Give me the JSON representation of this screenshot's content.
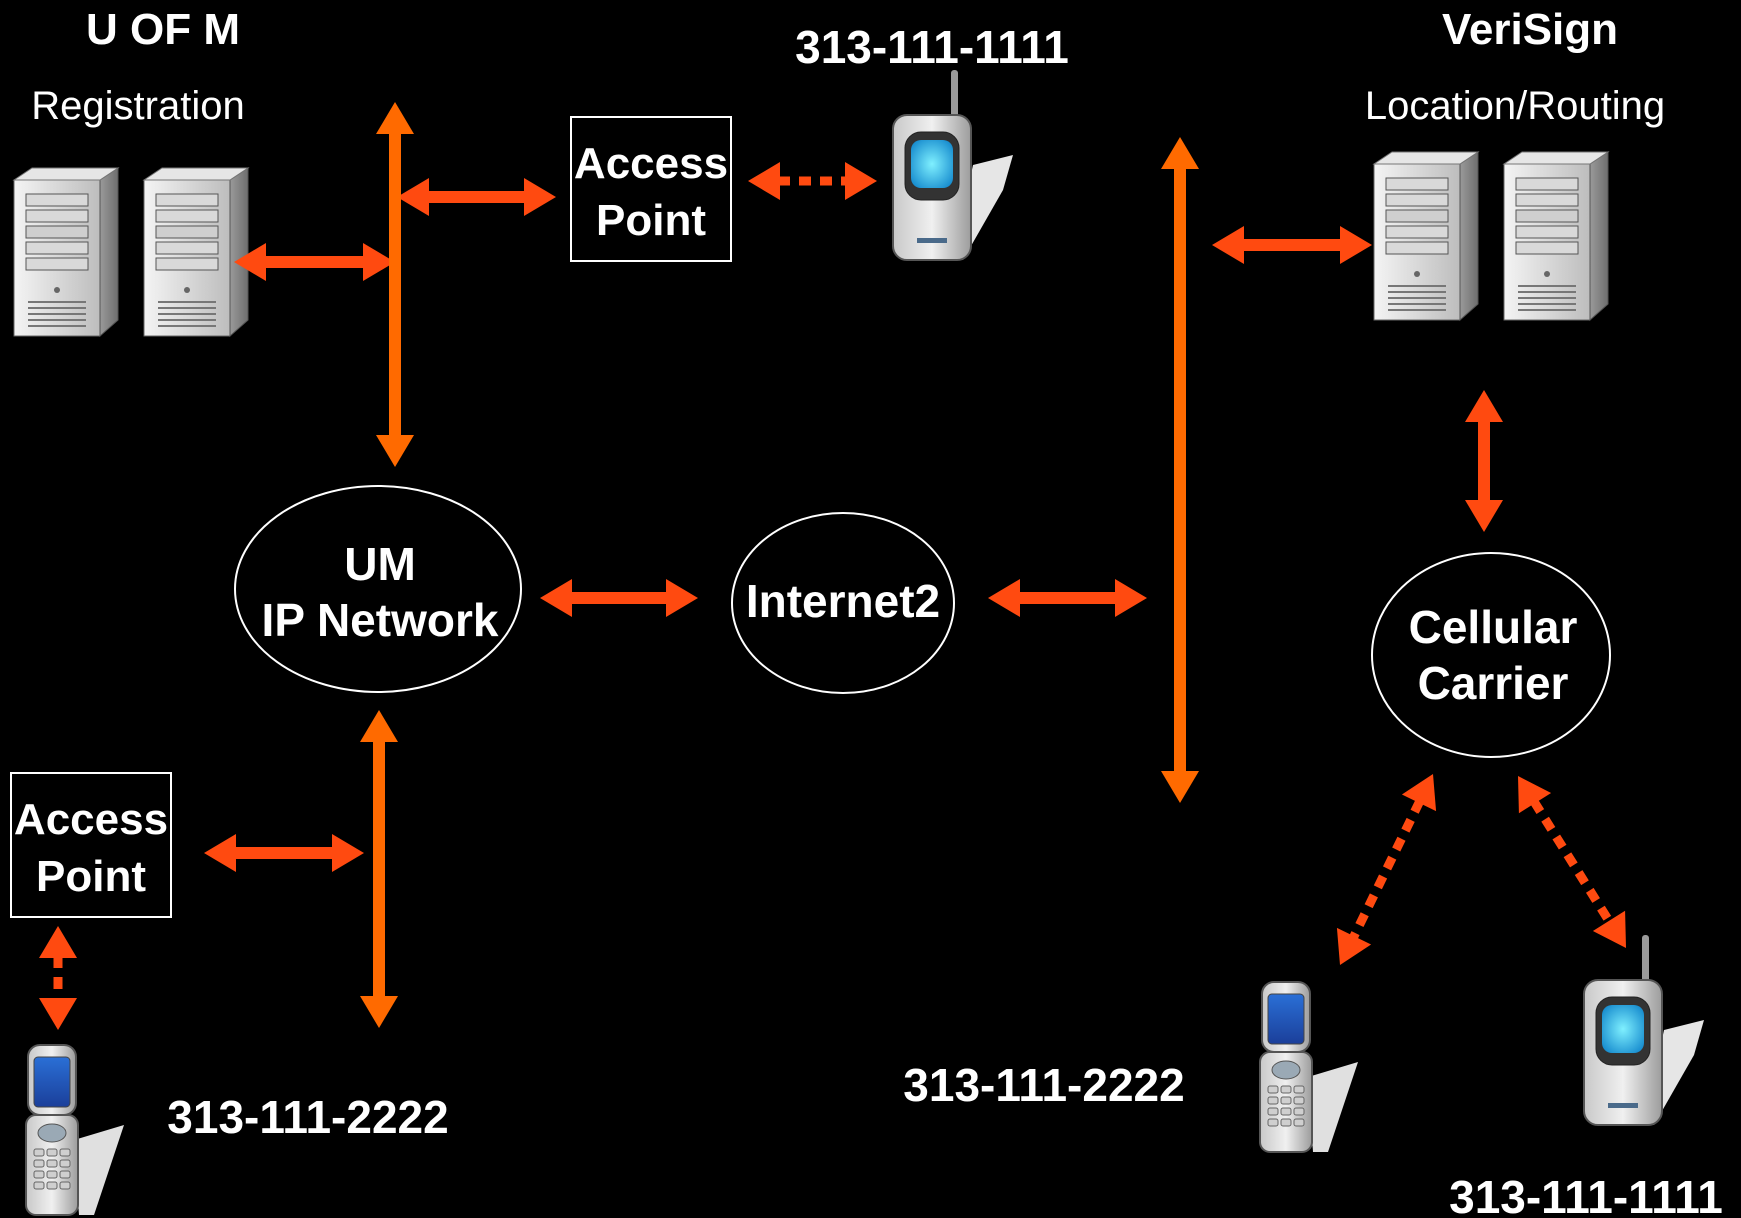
{
  "left_org": {
    "title": "U OF M",
    "subtitle": "Registration"
  },
  "right_org": {
    "title": "VeriSign",
    "subtitle": "Location/Routing"
  },
  "access_point_top": {
    "line1": "Access",
    "line2": "Point"
  },
  "access_point_bottom": {
    "line1": "Access",
    "line2": "Point"
  },
  "um_network": {
    "line1": "UM",
    "line2": "IP Network"
  },
  "internet2": {
    "label": "Internet2"
  },
  "cellular_carrier": {
    "line1": "Cellular",
    "line2": "Carrier"
  },
  "phone_numbers": {
    "top_phone": "313-111-1111",
    "bottom_left_phone": "313-111-2222",
    "carrier_flip_phone": "313-111-2222",
    "carrier_bar_phone": "313-111-1111"
  },
  "colors": {
    "arrow": "#ff4a10",
    "arrow_vertical": "#ff6a00",
    "background": "#000000",
    "text": "#ffffff"
  }
}
